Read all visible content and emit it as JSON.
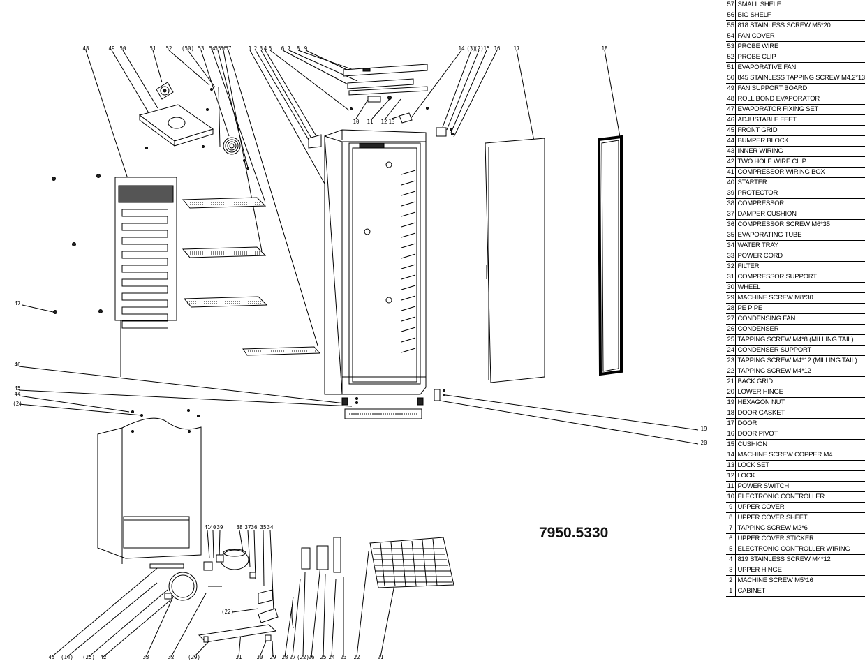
{
  "drawing_code": "7950.5330",
  "parts": [
    {
      "no": "57",
      "name": "SMALL SHELF"
    },
    {
      "no": "56",
      "name": "BIG SHELF"
    },
    {
      "no": "55",
      "name": "818 STAINLESS SCREW M5*20"
    },
    {
      "no": "54",
      "name": "FAN COVER"
    },
    {
      "no": "53",
      "name": "PROBE WIRE"
    },
    {
      "no": "52",
      "name": "PROBE CLIP"
    },
    {
      "no": "51",
      "name": "EVAPORATIVE FAN"
    },
    {
      "no": "50",
      "name": "845 STAINLESS TAPPING SCREW M4.2*13"
    },
    {
      "no": "49",
      "name": "FAN SUPPORT BOARD"
    },
    {
      "no": "48",
      "name": "ROLL BOND EVAPORATOR"
    },
    {
      "no": "47",
      "name": "EVAPORATOR FIXING SET"
    },
    {
      "no": "46",
      "name": "ADJUSTABLE FEET"
    },
    {
      "no": "45",
      "name": "FRONT GRID"
    },
    {
      "no": "44",
      "name": "BUMPER BLOCK"
    },
    {
      "no": "43",
      "name": "INNER WIRING"
    },
    {
      "no": "42",
      "name": "TWO HOLE WIRE CLIP"
    },
    {
      "no": "41",
      "name": "COMPRESSOR WIRING BOX"
    },
    {
      "no": "40",
      "name": "STARTER"
    },
    {
      "no": "39",
      "name": "PROTECTOR"
    },
    {
      "no": "38",
      "name": "COMPRESSOR"
    },
    {
      "no": "37",
      "name": "DAMPER CUSHION"
    },
    {
      "no": "36",
      "name": "COMPRESSOR SCREW M6*35"
    },
    {
      "no": "35",
      "name": "EVAPORATING TUBE"
    },
    {
      "no": "34",
      "name": "WATER TRAY"
    },
    {
      "no": "33",
      "name": "POWER CORD"
    },
    {
      "no": "32",
      "name": "FILTER"
    },
    {
      "no": "31",
      "name": "COMPRESSOR SUPPORT"
    },
    {
      "no": "30",
      "name": "WHEEL"
    },
    {
      "no": "29",
      "name": "MACHINE SCREW M8*30"
    },
    {
      "no": "28",
      "name": "PE PIPE"
    },
    {
      "no": "27",
      "name": "CONDENSING FAN"
    },
    {
      "no": "26",
      "name": "CONDENSER"
    },
    {
      "no": "25",
      "name": "TAPPING SCREW M4*8 (MILLING TAIL)"
    },
    {
      "no": "24",
      "name": "CONDENSER SUPPORT"
    },
    {
      "no": "23",
      "name": "TAPPING SCREW M4*12 (MILLING TAIL)"
    },
    {
      "no": "22",
      "name": "TAPPING SCREW M4*12"
    },
    {
      "no": "21",
      "name": "BACK GRID"
    },
    {
      "no": "20",
      "name": "LOWER HINGE"
    },
    {
      "no": "19",
      "name": "HEXAGON NUT"
    },
    {
      "no": "18",
      "name": "DOOR GASKET"
    },
    {
      "no": "17",
      "name": "DOOR"
    },
    {
      "no": "16",
      "name": "DOOR PIVOT"
    },
    {
      "no": "15",
      "name": "CUSHION"
    },
    {
      "no": "14",
      "name": "MACHINE SCREW COPPER M4"
    },
    {
      "no": "13",
      "name": "LOCK SET"
    },
    {
      "no": "12",
      "name": "LOCK"
    },
    {
      "no": "11",
      "name": "POWER SWITCH"
    },
    {
      "no": "10",
      "name": "ELECTRONIC CONTROLLER"
    },
    {
      "no": "9",
      "name": "UPPER COVER"
    },
    {
      "no": "8",
      "name": "UPPER COVER SHEET"
    },
    {
      "no": "7",
      "name": "TAPPING SCREW M2*6"
    },
    {
      "no": "6",
      "name": "UPPER COVER STICKER"
    },
    {
      "no": "5",
      "name": "ELECTRONIC CONTROLLER WIRING"
    },
    {
      "no": "4",
      "name": "819 STAINLESS SCREW M4*12"
    },
    {
      "no": "3",
      "name": "UPPER HINGE"
    },
    {
      "no": "2",
      "name": "MACHINE SCREW M5*16"
    },
    {
      "no": "1",
      "name": "CABINET"
    }
  ],
  "callouts": [
    {
      "t": "48"
    },
    {
      "t": "49"
    },
    {
      "t": "50"
    },
    {
      "t": "51"
    },
    {
      "t": "52"
    },
    {
      "t": "(50)"
    },
    {
      "t": "53"
    },
    {
      "t": "54"
    },
    {
      "t": "55"
    },
    {
      "t": "56"
    },
    {
      "t": "57"
    },
    {
      "t": "1"
    },
    {
      "t": "2"
    },
    {
      "t": "3"
    },
    {
      "t": "4"
    },
    {
      "t": "5"
    },
    {
      "t": "6"
    },
    {
      "t": "7"
    },
    {
      "t": "8"
    },
    {
      "t": "9"
    },
    {
      "t": "14"
    },
    {
      "t": "(3)"
    },
    {
      "t": "(2)"
    },
    {
      "t": "15"
    },
    {
      "t": "16"
    },
    {
      "t": "17"
    },
    {
      "t": "18"
    },
    {
      "t": "10"
    },
    {
      "t": "11"
    },
    {
      "t": "12"
    },
    {
      "t": "13"
    },
    {
      "t": "47"
    },
    {
      "t": "46"
    },
    {
      "t": "45"
    },
    {
      "t": "44"
    },
    {
      "t": "(2)"
    },
    {
      "t": "19"
    },
    {
      "t": "20"
    },
    {
      "t": "41"
    },
    {
      "t": "40"
    },
    {
      "t": "39"
    },
    {
      "t": "38"
    },
    {
      "t": "37"
    },
    {
      "t": "36"
    },
    {
      "t": "35"
    },
    {
      "t": "34"
    },
    {
      "t": "(22)"
    },
    {
      "t": "43"
    },
    {
      "t": "(14)"
    },
    {
      "t": "(25)"
    },
    {
      "t": "42"
    },
    {
      "t": "33"
    },
    {
      "t": "32"
    },
    {
      "t": "(29)"
    },
    {
      "t": "31"
    },
    {
      "t": "30"
    },
    {
      "t": "29"
    },
    {
      "t": "28"
    },
    {
      "t": "27"
    },
    {
      "t": "(22)"
    },
    {
      "t": "26"
    },
    {
      "t": "25"
    },
    {
      "t": "24"
    },
    {
      "t": "23"
    },
    {
      "t": "22"
    },
    {
      "t": "21"
    }
  ]
}
